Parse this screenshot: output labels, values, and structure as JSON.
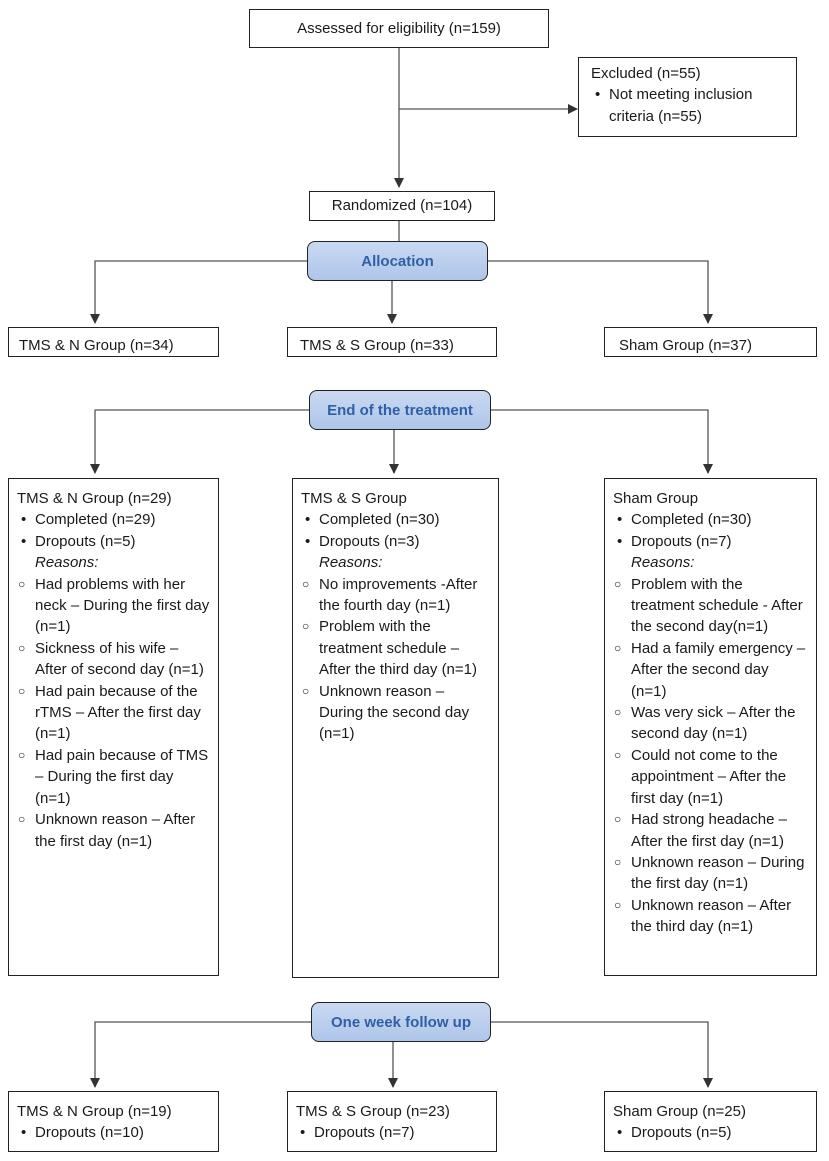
{
  "eligibility": "Assessed for eligibility (n=159)",
  "excluded": {
    "title": "Excluded (n=55)",
    "items": [
      "Not meeting inclusion criteria (n=55)"
    ]
  },
  "randomized": "Randomized (n=104)",
  "stages": {
    "allocation": "Allocation",
    "end_treatment": "End of the treatment",
    "follow_up": "One week follow up"
  },
  "allocation_groups": [
    "TMS & N Group (n=34)",
    "TMS & S Group (n=33)",
    "Sham Group (n=37)"
  ],
  "end_groups": [
    {
      "title": "TMS & N Group (n=29)",
      "bullets": [
        "Completed (n=29)",
        "Dropouts (n=5)"
      ],
      "reasons_label": "Reasons:",
      "reasons": [
        "Had problems with her neck – During the first day (n=1)",
        "Sickness of his wife – After of second day (n=1)",
        "Had pain because of the rTMS – After the first day (n=1)",
        "Had pain because of TMS – During the first day (n=1)",
        "Unknown reason – After the first day (n=1)"
      ]
    },
    {
      "title": "TMS & S Group",
      "bullets": [
        "Completed (n=30)",
        "Dropouts (n=3)"
      ],
      "reasons_label": "Reasons:",
      "reasons": [
        "No improvements -After the fourth day (n=1)",
        "Problem with the treatment schedule – After the third day (n=1)",
        "Unknown reason – During the second day (n=1)"
      ]
    },
    {
      "title": "Sham Group",
      "bullets": [
        "Completed (n=30)",
        "Dropouts (n=7)"
      ],
      "reasons_label": "Reasons:",
      "reasons": [
        "Problem with the treatment schedule - After the second day(n=1)",
        "Had a family emergency – After the second day (n=1)",
        "Was very sick – After the second day (n=1)",
        "Could not come to the appointment – After the first day (n=1)",
        "Had strong headache – After the first day (n=1)",
        "Unknown reason – During the first day (n=1)",
        "Unknown reason – After the third day (n=1)"
      ]
    }
  ],
  "followup_groups": [
    {
      "title": "TMS & N Group (n=19)",
      "bullets": [
        "Dropouts (n=10)"
      ]
    },
    {
      "title": "TMS & S Group (n=23)",
      "bullets": [
        "Dropouts (n=7)"
      ]
    },
    {
      "title": "Sham Group (n=25)",
      "bullets": [
        "Dropouts (n=5)"
      ]
    }
  ],
  "colors": {
    "stage_fill": "#b8ceef",
    "stage_text": "#2f5fa7",
    "line": "#555555"
  }
}
